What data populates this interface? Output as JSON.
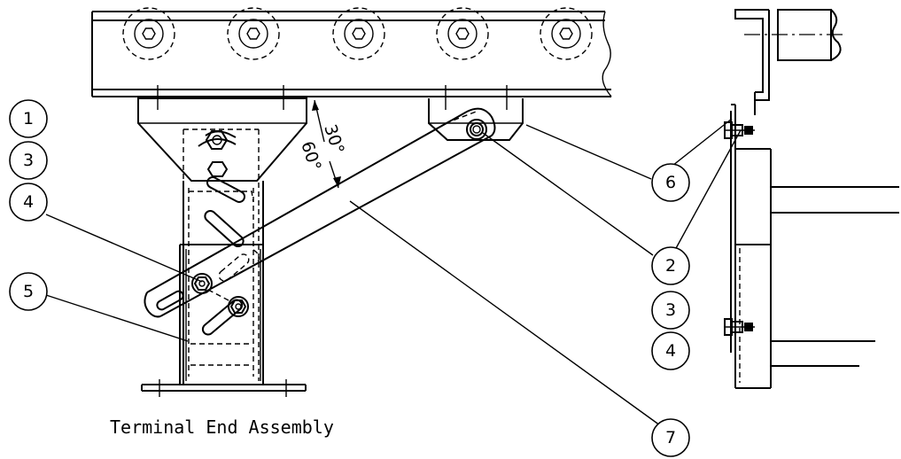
{
  "caption": "Terminal End Assembly",
  "angles": {
    "upper": "30°",
    "lower": "60°"
  },
  "callouts": [
    {
      "label": "1"
    },
    {
      "label": "3"
    },
    {
      "label": "4"
    },
    {
      "label": "5"
    },
    {
      "label": "6"
    },
    {
      "label": "2"
    },
    {
      "label": "3"
    },
    {
      "label": "4"
    },
    {
      "label": "7"
    }
  ]
}
